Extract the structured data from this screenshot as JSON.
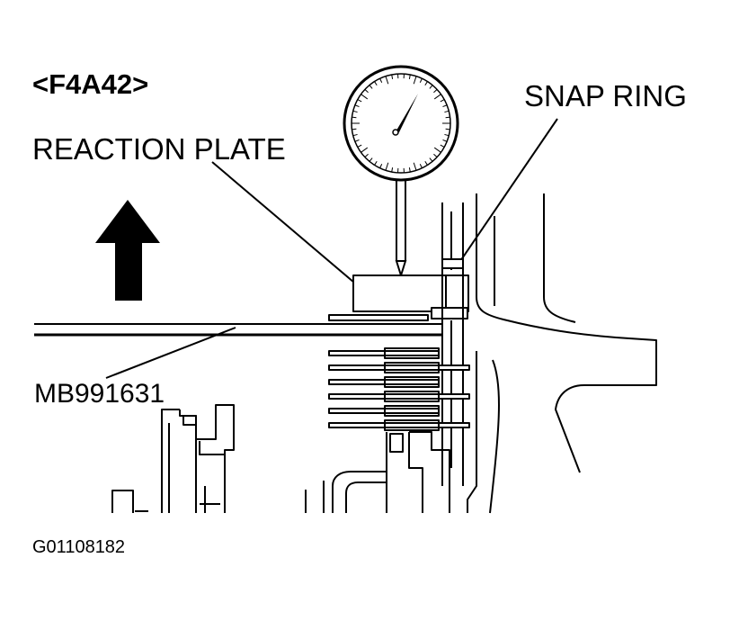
{
  "diagram": {
    "model_label": "<F4A42>",
    "labels": {
      "reaction_plate": "REACTION PLATE",
      "snap_ring": "SNAP RING",
      "tool": "MB991631"
    },
    "figure_id": "G01108182"
  }
}
